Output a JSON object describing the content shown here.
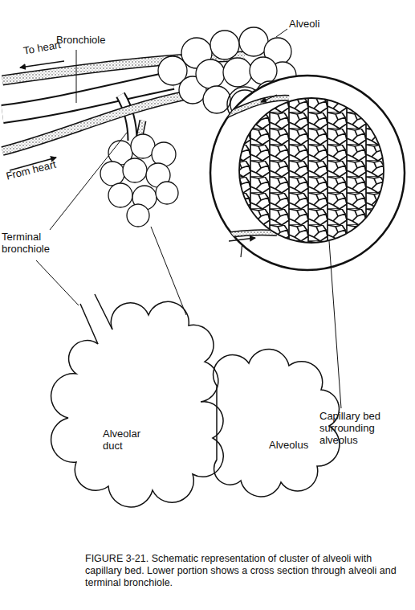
{
  "diagram": {
    "caption": "FIGURE 3-21. Schematic representation of cluster of alveoli with capillary bed. Lower portion shows a cross section through alveoli and terminal bronchiole.",
    "labels": [
      "Alveoli",
      "Bronchiole",
      "To heart",
      "From heart",
      "Terminal bronchiole",
      "Capillary bed surrounding alveolus",
      "Alveolar duct",
      "Alveolus"
    ]
  }
}
